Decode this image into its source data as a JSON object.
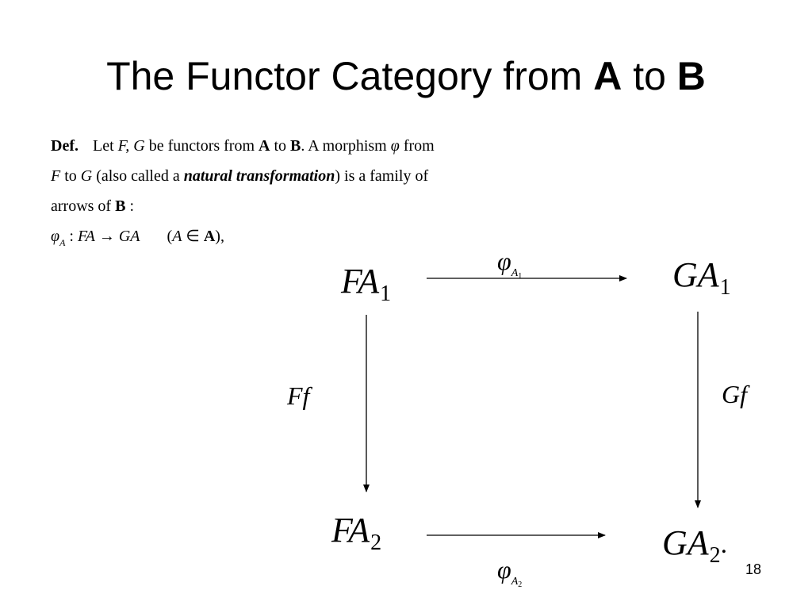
{
  "slide": {
    "title": {
      "prefix": "The Functor Category from ",
      "bold_a": "A",
      "middle": " to ",
      "bold_b": "B"
    },
    "definition": {
      "l1_def": "Def.",
      "l1_let": "Let ",
      "l1_fg": "F, G",
      "l1_mid": " be functors from ",
      "l1_a": "A",
      "l1_to": " to ",
      "l1_b": "B",
      "l1_rest": ". A morphism ",
      "l1_phi": "φ",
      "l1_from": " from",
      "l2_f": "F",
      "l2_to": " to ",
      "l2_g": "G",
      "l2_open": " (also called a ",
      "l2_nat": "natural transformation",
      "l2_rest": ") is a family of",
      "l3_arrows": "arrows of ",
      "l3_b": "B",
      "l3_colon": " :",
      "l4_phi": "φ",
      "l4_sub": "A",
      "l4_colon": " : ",
      "l4_fa": "FA",
      "l4_arrow": " → ",
      "l4_ga": "GA",
      "l4_open": "(",
      "l4_a": "A",
      "l4_in": " ∈ ",
      "l4_bold_a": "A",
      "l4_close": "),"
    },
    "diagram": {
      "fa1": {
        "letters": "FA",
        "index": "1"
      },
      "ga1": {
        "letters": "GA",
        "index": "1"
      },
      "fa2": {
        "letters": "FA",
        "index": "2"
      },
      "ga2": {
        "letters": "GA",
        "index": "2",
        "trail": "."
      },
      "top_label": {
        "phi": "φ",
        "sub": "A",
        "subsub": "1"
      },
      "bottom_label": {
        "phi": "φ",
        "sub": "A",
        "subsub": "2"
      },
      "left_label": "Ff",
      "right_label": "Gf"
    },
    "page_number": "18"
  }
}
